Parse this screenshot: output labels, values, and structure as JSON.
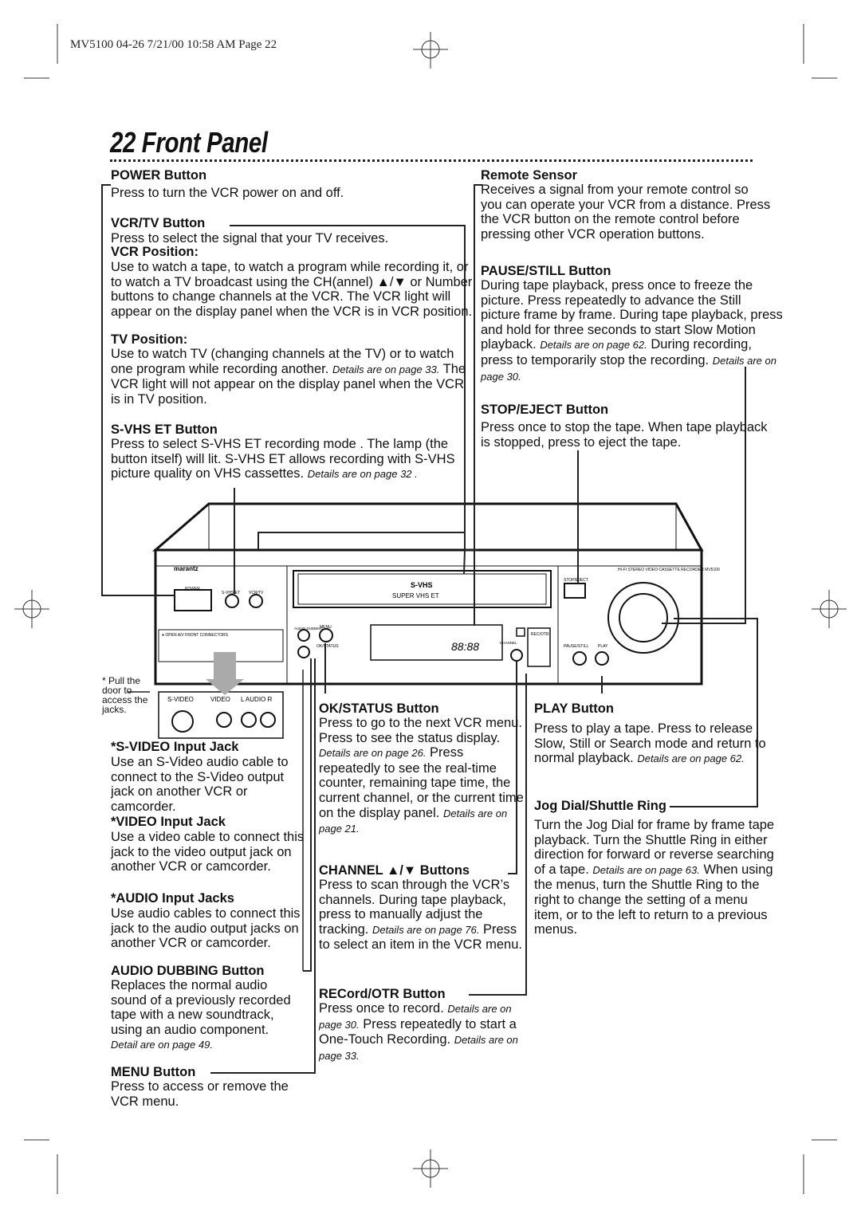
{
  "print_header": "MV5100 04-26  7/21/00 10:58 AM  Page 22",
  "page_title": "22  Front Panel",
  "sections": {
    "power": {
      "heading": "POWER Button",
      "body": "Press to turn the VCR power on and off."
    },
    "vcrtv": {
      "heading": "VCR/TV Button",
      "body": "Press to select the signal that your TV receives."
    },
    "vcrpos": {
      "heading": "VCR Position:",
      "body": "Use to watch a tape, to watch a program while recording it, or to watch a TV broadcast using the CH(annel) ▲/▼ or Number buttons to change channels at the VCR.  The VCR light will appear on the display panel when the VCR is in VCR position."
    },
    "tvpos": {
      "heading": "TV Position:",
      "body1": "Use to watch TV (changing channels at the TV) or to watch one program while recording another.",
      "detail": "Details are on page 33.",
      "body2": "The VCR light will not appear on the display panel when the VCR is in TV position."
    },
    "svhset": {
      "heading": "S-VHS ET Button",
      "body": "Press to select S-VHS ET recording mode . The lamp (the button itself) will lit. S-VHS ET allows recording with S-VHS picture quality on VHS cassettes.",
      "detail": "Details are on page 32 ."
    },
    "remote": {
      "heading": "Remote Sensor",
      "body": "Receives a signal from your remote control so you can operate your VCR from a distance. Press the VCR button on the remote control before pressing other VCR operation buttons."
    },
    "pause": {
      "heading": "PAUSE/STILL Button",
      "body": "During tape playback, press once to freeze the picture. Press repeatedly to advance the Still picture frame by frame. During tape playback, press and hold for three seconds to start Slow Motion playback.",
      "detail1": "Details are on page 62.",
      "body2": "During recording, press to temporarily stop the recording.",
      "detail2": "Details are on page 30."
    },
    "stop": {
      "heading": "STOP/EJECT Button",
      "body": "Press once to stop the tape. When tape playback is stopped, press to eject the tape."
    },
    "okstatus": {
      "heading": "OK/STATUS Button",
      "body1": "Press to go to the next VCR menu. Press to see the status display.",
      "detail1": "Details are on page 26.",
      "body2": "Press repeatedly to see the real-time counter, remaining tape time, the current channel, or the current time on the display panel.",
      "detail2": "Details are on page 21."
    },
    "channel": {
      "heading": "CHANNEL ▲/▼ Buttons",
      "body1": "Press to scan through the VCR’s channels. During tape playback, press to manually adjust the tracking.",
      "detail": "Details are on page 76.",
      "body2": "Press to select an item in the VCR menu."
    },
    "record": {
      "heading": "RECord/OTR Button",
      "body1": "Press once to record.",
      "detail1": "Details are on page 30.",
      "body2": "Press repeatedly to start a One-Touch Recording.",
      "detail2": "Details are on page 33."
    },
    "play": {
      "heading": "PLAY Button",
      "body": "Press to play a tape. Press to release Slow, Still or Search mode and return to normal playback.",
      "detail": "Details are on page 62."
    },
    "jog": {
      "heading": "Jog Dial/Shuttle Ring",
      "body1": "Turn the Jog Dial for frame by frame tape playback. Turn the Shuttle Ring in either direction for forward or reverse searching of a tape.",
      "detail": "Details are on page 63.",
      "body2": "When using the menus, turn the Shuttle Ring to the right to change the setting of a menu item, or to the left to return to a previous menus."
    },
    "svideo": {
      "heading": "*S-VIDEO Input Jack",
      "body": "Use an S-Video audio cable to connect to the S-Video output jack on another VCR or camcorder."
    },
    "video": {
      "heading": "*VIDEO Input Jack",
      "body": "Use a video cable to connect this jack to the video output jack on another VCR or camcorder."
    },
    "audio": {
      "heading": "*AUDIO Input Jacks",
      "body": "Use audio cables to connect this jack to the audio output jacks on another VCR or camcorder."
    },
    "dubbing": {
      "heading": "AUDIO DUBBING Button",
      "body": "Replaces the normal audio sound of a previously recorded tape with a new soundtrack, using an audio component.",
      "detail": "Detail are on page 49."
    },
    "menu": {
      "heading": "MENU Button",
      "body": "Press to access or remove the VCR menu."
    }
  },
  "pull_note": "* Pull the door to access the jacks.",
  "device": {
    "brand": "marantz",
    "model_line": "HI-FI STEREO VIDEO CASSETTE RECORDER MV5100",
    "power": "POWER",
    "svhs_et": "S-VHS ET",
    "vcr_tv": "VCR/TV",
    "svhs_logo": "S-VHS",
    "super_vhs_et": "SUPER VHS ET",
    "front_connectors": "● OPEN   A/V FRONT CONNECTORS",
    "audio_dubbing": "AUDIO DUBBING",
    "menu": "MENU",
    "ok_status": "OK/STATUS",
    "channel": "CHANNEL",
    "rec_otr": "REC/OTR",
    "stop_eject": "STOP/EJECT",
    "pause_still": "PAUSE/STILL",
    "play": "PLAY",
    "display_digits": "88:88",
    "jack_svideo": "S-VIDEO",
    "jack_video": "VIDEO",
    "jack_audio": "L  AUDIO  R"
  }
}
